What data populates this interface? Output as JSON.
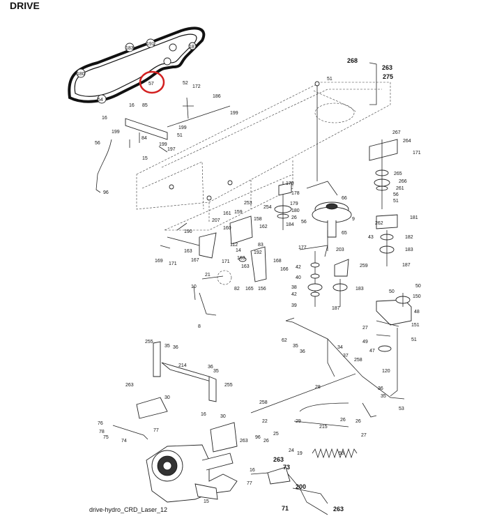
{
  "page": {
    "title": "DRIVE",
    "caption": "drive-hydro_CRD_Laser_12"
  },
  "highlight": {
    "color": "#d32020",
    "part": "57"
  },
  "belt_parts": [
    "180",
    "183",
    "191",
    "187",
    "54",
    "57"
  ],
  "labels": {
    "L268": "268",
    "L263a": "263",
    "L275": "275",
    "L51a": "51",
    "L52": "52",
    "L172": "172",
    "L186": "186",
    "L199a": "199",
    "L16a": "16",
    "L85": "85",
    "L16b": "16",
    "L199b": "199",
    "L199c": "199",
    "L84": "84",
    "L15": "15",
    "L51b": "51",
    "L199d": "199",
    "L197": "197",
    "L56a": "56",
    "L96": "96",
    "L267": "267",
    "L264": "264",
    "L171a": "171",
    "L265": "265",
    "L266": "266",
    "L261": "261",
    "L56b": "56",
    "L51c": "51",
    "L179": "179",
    "L178": "178",
    "L253": "253",
    "L254": "254",
    "L179b": "179",
    "L180": "180",
    "L26a": "26",
    "L184": "184",
    "L56c": "56",
    "L66": "66",
    "L9": "9",
    "L65": "65",
    "L203": "203",
    "L262": "262",
    "L181": "181",
    "L43": "43",
    "L182": "182",
    "L183a": "183",
    "L187a": "187",
    "L161": "161",
    "L159": "159",
    "L207": "207",
    "L158": "158",
    "L160": "160",
    "L162": "162",
    "L112": "112",
    "L14": "14",
    "L83": "83",
    "L192": "192",
    "L163a": "163",
    "L190": "190",
    "L163b": "163",
    "L167": "167",
    "L171b": "171",
    "L169": "169",
    "L171c": "171",
    "L177": "177",
    "L42a": "42",
    "L40": "40",
    "L42b": "42",
    "L38": "38",
    "L39": "39",
    "L259": "259",
    "L183b": "183",
    "L187b": "187",
    "L21": "21",
    "L168": "168",
    "L166": "166",
    "L82": "82",
    "L165": "165",
    "L156": "156",
    "L163c": "163",
    "L10": "10",
    "L8": "8",
    "L50a": "50",
    "L50b": "50",
    "L150": "150",
    "L48": "48",
    "L27a": "27",
    "L151": "151",
    "L49": "49",
    "L47": "47",
    "L51d": "51",
    "L62": "62",
    "L35a": "35",
    "L36a": "36",
    "L34": "34",
    "L37": "37",
    "L258a": "258",
    "L255a": "255",
    "L35b": "35",
    "L36b": "36",
    "L214": "214",
    "L36c": "36",
    "L35c": "35",
    "L255b": "255",
    "L120": "120",
    "L36d": "36",
    "L35d": "35",
    "L53": "53",
    "L28": "28",
    "L263b": "263",
    "L30a": "30",
    "L258b": "258",
    "L22": "22",
    "L29": "29",
    "L26b": "26",
    "L26c": "26",
    "L215": "215",
    "L27b": "27",
    "L76": "76",
    "L78": "78",
    "L75": "75",
    "L74": "74",
    "L77a": "77",
    "L16c": "16",
    "L30b": "30",
    "L263c": "263",
    "L96b": "96",
    "L26d": "26",
    "L25": "25",
    "L24": "24",
    "L19": "19",
    "L55": "55",
    "L263d": "263",
    "L73": "73",
    "L16d": "16",
    "L77b": "77",
    "L200": "200",
    "L71": "71",
    "L15b": "15",
    "L263e": "263"
  }
}
